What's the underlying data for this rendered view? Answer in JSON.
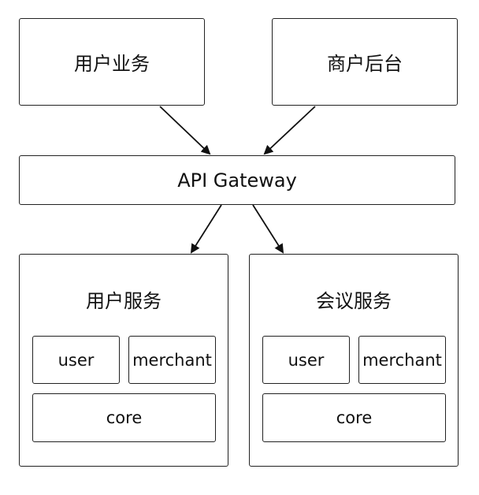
{
  "top": {
    "user_business": "用户业务",
    "merchant_admin": "商户后台"
  },
  "gateway": {
    "label": "API Gateway"
  },
  "services": [
    {
      "title": "用户服务",
      "modules": [
        "user",
        "merchant",
        "core"
      ]
    },
    {
      "title": "会议服务",
      "modules": [
        "user",
        "merchant",
        "core"
      ]
    }
  ]
}
